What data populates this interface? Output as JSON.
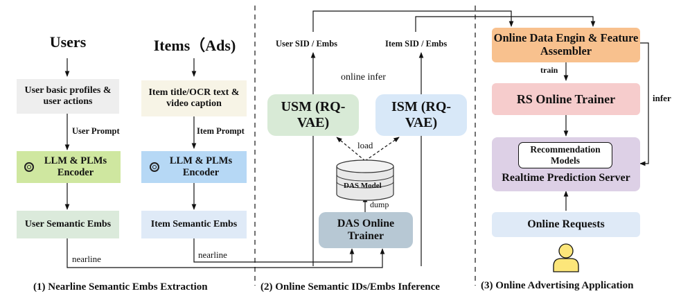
{
  "section1": {
    "users_header": "Users",
    "items_header": "Items（Ads)",
    "user_profile_box": "User basic profiles & user actions",
    "item_text_box": "Item title/OCR text & video caption",
    "user_prompt_label": "User Prompt",
    "item_prompt_label": "Item Prompt",
    "user_encoder_box": "LLM & PLMs Encoder",
    "item_encoder_box": "LLM & PLMs Encoder",
    "user_emb_box": "User Semantic Embs",
    "item_emb_box": "Item Semantic Embs",
    "nearline_user": "nearline",
    "nearline_item": "nearline",
    "caption": "(1) Nearline Semantic Embs Extraction"
  },
  "section2": {
    "user_sid_label": "User SID / Embs",
    "item_sid_label": "Item SID / Embs",
    "online_infer_label": "online infer",
    "usm_box": "USM (RQ-VAE)",
    "ism_box": "ISM (RQ-VAE)",
    "load_label": "load",
    "das_model_label": "DAS Model",
    "dump_label": "dump",
    "das_trainer_box": "DAS Online Trainer",
    "caption": "(2) Online Semantic IDs/Embs Inference"
  },
  "section3": {
    "data_engine_box": "Online Data Engin & Feature Assembler",
    "train_label": "train",
    "infer_label": "infer",
    "rs_trainer_box": "RS Online Trainer",
    "rec_models_box": "Recommendation Models",
    "prediction_server_label": "Realtime Prediction Server",
    "online_requests_box": "Online Requests",
    "caption": "(3) Online Advertising Application"
  },
  "colors": {
    "gray": "#eeeeee",
    "cream": "#f7f4e6",
    "lime": "#cfe7a0",
    "sky": "#b6d8f5",
    "mint": "#dbeadb",
    "pale_blue": "#dfeaf7",
    "usm_green": "#d8ead6",
    "ism_blue": "#d8e8f8",
    "das_trainer": "#b7c8d4",
    "orange": "#f8c18e",
    "pink": "#f6cccc",
    "lavender": "#ddd0e6",
    "person_yellow": "#fce67a"
  },
  "icons": [
    "openai-icon",
    "database-icon",
    "user-person-icon"
  ]
}
